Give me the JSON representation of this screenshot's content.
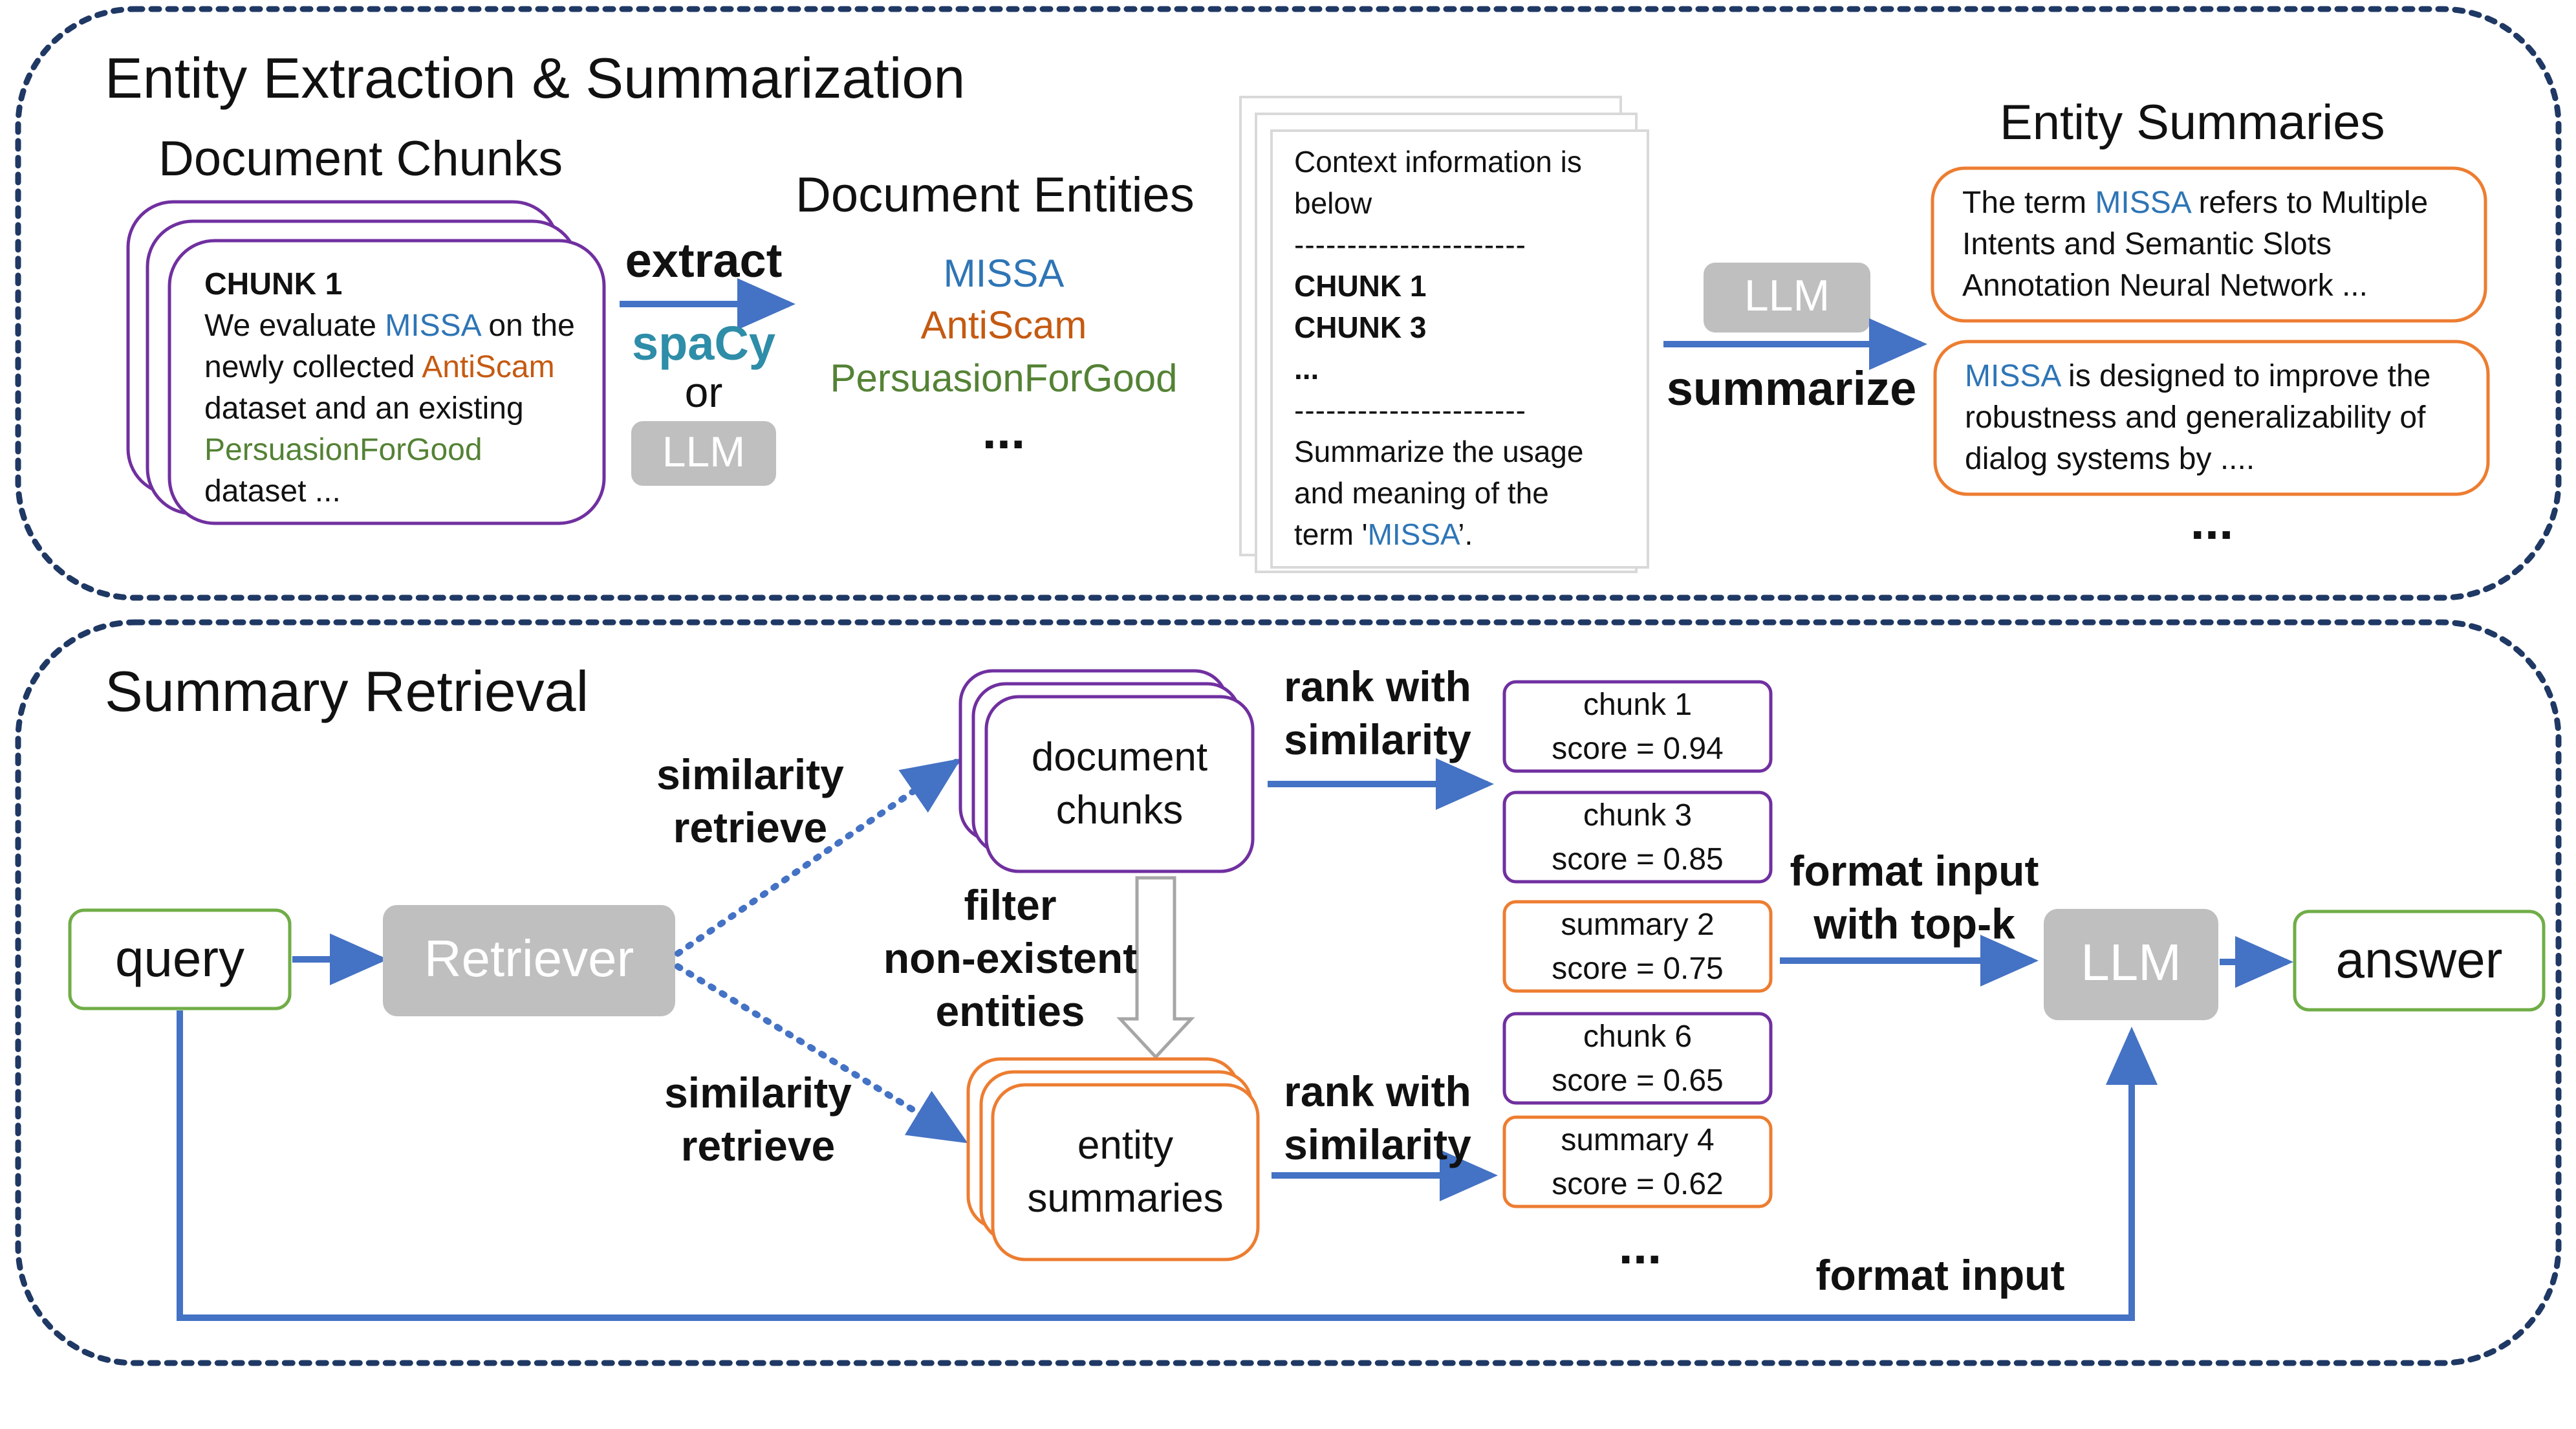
{
  "colors": {
    "purple": "#7030a0",
    "orange": "#ed7d31",
    "green": "#70ad47",
    "arrow_blue": "#4472c4",
    "gray_box": "#bfbfbf",
    "panel_border": "#1f3864",
    "entity_blue": "#2e75b6",
    "entity_orange": "#c55a11",
    "entity_green": "#548235",
    "spacy_teal": "#2e8da8"
  },
  "top_panel": {
    "title": "Entity Extraction & Summarization",
    "document_chunks": {
      "title": "Document Chunks",
      "chunk_label": "CHUNK 1",
      "line1_prefix": "We evaluate ",
      "line1_entity": "MISSA",
      "line1_suffix": " on the",
      "line2_prefix": "newly collected ",
      "line2_entity": "AntiScam",
      "line3": "dataset and an existing",
      "line4_entity": "PersuasionForGood",
      "line5": "dataset ..."
    },
    "extract": {
      "label": "extract",
      "tool1": "spaCy",
      "or": "or",
      "tool2": "LLM"
    },
    "document_entities": {
      "title": "Document Entities",
      "entities": [
        "MISSA",
        "AntiScam",
        "PersuasionForGood"
      ],
      "more": "..."
    },
    "prompt_box": {
      "line1": "Context information is",
      "line2": "below",
      "dashes": "----------------------",
      "chunk_a": "CHUNK 1",
      "chunk_b": "CHUNK 3",
      "ellipsis": "...",
      "line3": "Summarize the usage",
      "line4": "and meaning of the",
      "line5_prefix": "term '",
      "line5_entity": "MISSA",
      "line5_suffix": "’."
    },
    "summarize": {
      "llm": "LLM",
      "label": "summarize"
    },
    "entity_summaries": {
      "title": "Entity Summaries",
      "summary1_prefix": "The term ",
      "summary1_entity": "MISSA",
      "summary1_line1_suffix": " refers to Multiple",
      "summary1_line2": "Intents and Semantic Slots",
      "summary1_line3": "Annotation Neural Network ...",
      "summary2_entity": "MISSA",
      "summary2_line1_suffix": " is designed to improve the",
      "summary2_line2": "robustness and generalizability of",
      "summary2_line3": "dialog systems by ....",
      "more": "..."
    }
  },
  "bottom_panel": {
    "title": "Summary Retrieval",
    "query": "query",
    "retriever": "Retriever",
    "similarity_retrieve_top": "similarity\nretrieve",
    "similarity_retrieve_bottom": "similarity\nretrieve",
    "document_chunks_stack": "document\nchunks",
    "entity_summaries_stack": "entity\nsummaries",
    "filter_label": "filter\nnon-existent\nentities",
    "rank_top": "rank with\nsimilarity",
    "rank_bottom": "rank with\nsimilarity",
    "ranked_items": [
      {
        "name": "chunk 1",
        "score": "score = 0.94",
        "kind": "chunk"
      },
      {
        "name": "chunk 3",
        "score": "score = 0.85",
        "kind": "chunk"
      },
      {
        "name": "summary 2",
        "score": "score = 0.75",
        "kind": "summary"
      },
      {
        "name": "chunk 6",
        "score": "score = 0.65",
        "kind": "chunk"
      },
      {
        "name": "summary 4",
        "score": "score = 0.62",
        "kind": "summary"
      }
    ],
    "ranked_more": "...",
    "format_topk": "format input\nwith top-k",
    "llm": "LLM",
    "answer": "answer",
    "format_input": "format input"
  }
}
